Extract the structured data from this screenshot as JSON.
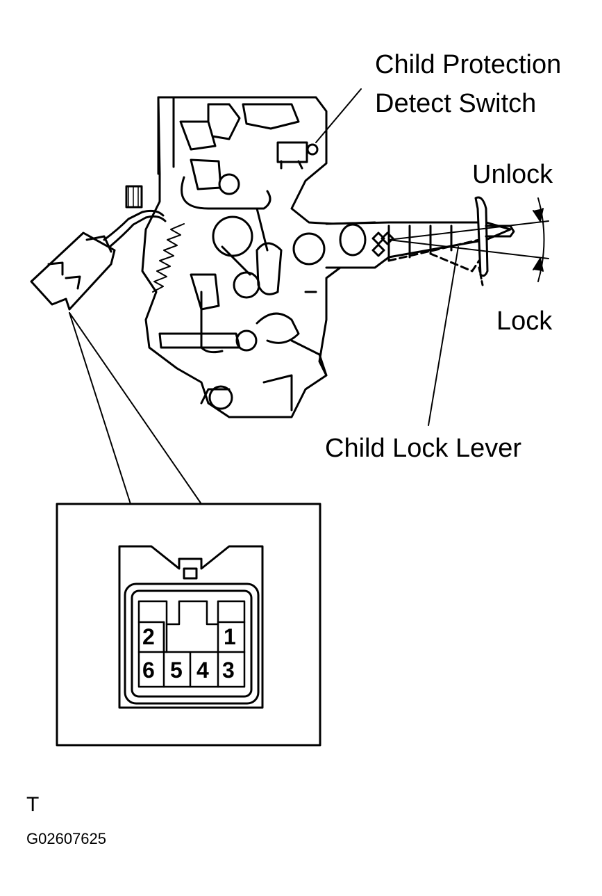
{
  "labels": {
    "child_protection_line1": "Child Protection",
    "child_protection_line2": "Detect Switch",
    "unlock": "Unlock",
    "lock": "Lock",
    "child_lock_lever": "Child Lock Lever"
  },
  "connector": {
    "pins": [
      "2",
      "1",
      "6",
      "5",
      "4",
      "3"
    ]
  },
  "footer": {
    "letter": "T",
    "code": "G02607625"
  }
}
